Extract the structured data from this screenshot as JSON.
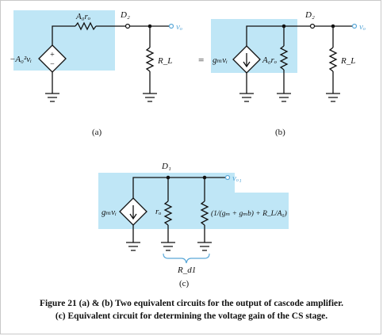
{
  "figure": {
    "caption_line1": "Figure 21 (a) & (b) Two equivalent circuits for the output of cascode amplifier.",
    "caption_line2": "(c) Equivalent circuit for determining the voltage gain of the CS stage."
  },
  "panel_a": {
    "label": "(a)",
    "source": "−A₀²vᵢ",
    "resistor": "A₀rₒ",
    "node": "D₂",
    "output": "vₒ",
    "load": "R_L"
  },
  "equals": "=",
  "panel_b": {
    "label": "(b)",
    "source": "gₘvᵢ",
    "resistor": "A₀rₒ",
    "node": "D₂",
    "output": "vₒ",
    "load": "R_L"
  },
  "panel_c": {
    "label": "(c)",
    "source": "gₘvᵢ",
    "resistor1": "rₒ",
    "node": "D₁",
    "output": "vₒ₁",
    "resistor2": "(1/(gₘ + gₘb) + R_L/A₀)",
    "brace": "R_d1"
  },
  "colors": {
    "shade": "#bfe6f6",
    "wire": "#111111",
    "terminal": "#5aa8d8"
  }
}
